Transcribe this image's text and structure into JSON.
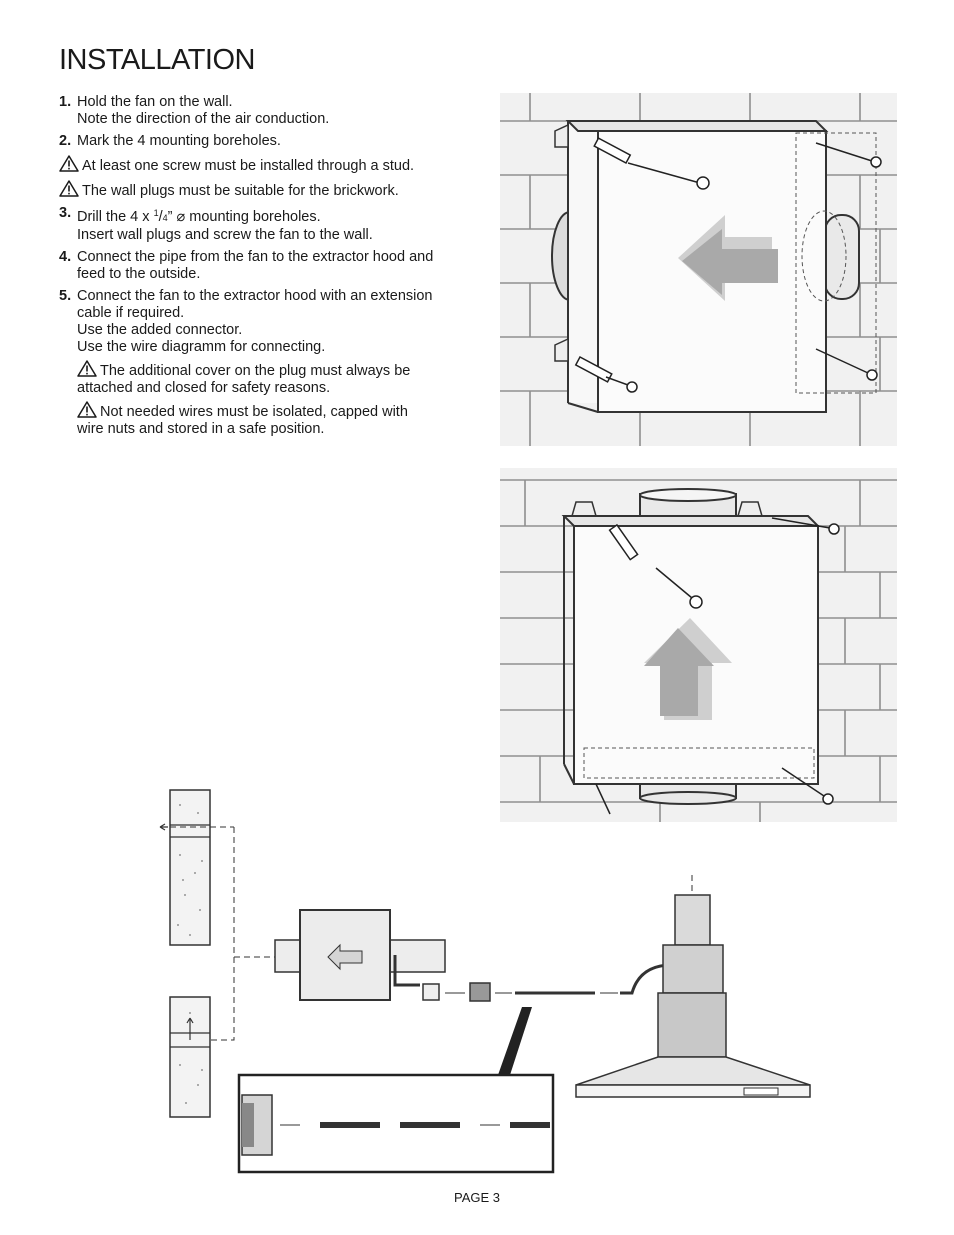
{
  "page": {
    "title": "INSTALLATION",
    "footer": "PAGE 3"
  },
  "steps": [
    {
      "num": "1.",
      "lines": [
        "Hold the fan on the wall.",
        "Note the direction of the air conduction."
      ]
    },
    {
      "num": "2.",
      "lines": [
        "Mark the 4 mounting boreholes."
      ]
    },
    {
      "warning": "At least one screw must be installed through a stud."
    },
    {
      "warning": "The wall plugs must be suitable for the brickwork."
    },
    {
      "num": "3.",
      "line1_pre": "Drill the 4 x ",
      "frac_num": "1",
      "frac_den": "4",
      "line1_post": "” ⌀ mounting boreholes.",
      "line2": "Insert wall plugs and screw the fan to the wall."
    },
    {
      "num": "4.",
      "lines": [
        "Connect the pipe from the fan to the extractor hood and",
        "feed to the outside."
      ]
    },
    {
      "num": "5.",
      "lines": [
        "Connect the fan to the extractor hood with an extension",
        "cable if required.",
        "Use the added connector.",
        "Use the wire diagramm for connecting."
      ],
      "sub_warnings": [
        [
          "The additional cover on the plug must always be",
          "attached and closed for safety reasons."
        ],
        [
          "Not needed wires must be isolated, capped with",
          "wire nuts and stored in a safe position."
        ]
      ]
    }
  ],
  "icons": {
    "warning": "warning-triangle-icon",
    "arrow_left": "arrow-left-icon",
    "arrow_up": "arrow-up-icon"
  },
  "colors": {
    "wall": "#f2f2f2",
    "brick_line": "#9a9a9a",
    "box": "#f7f7f7",
    "arrow": "#b5b5b5"
  }
}
